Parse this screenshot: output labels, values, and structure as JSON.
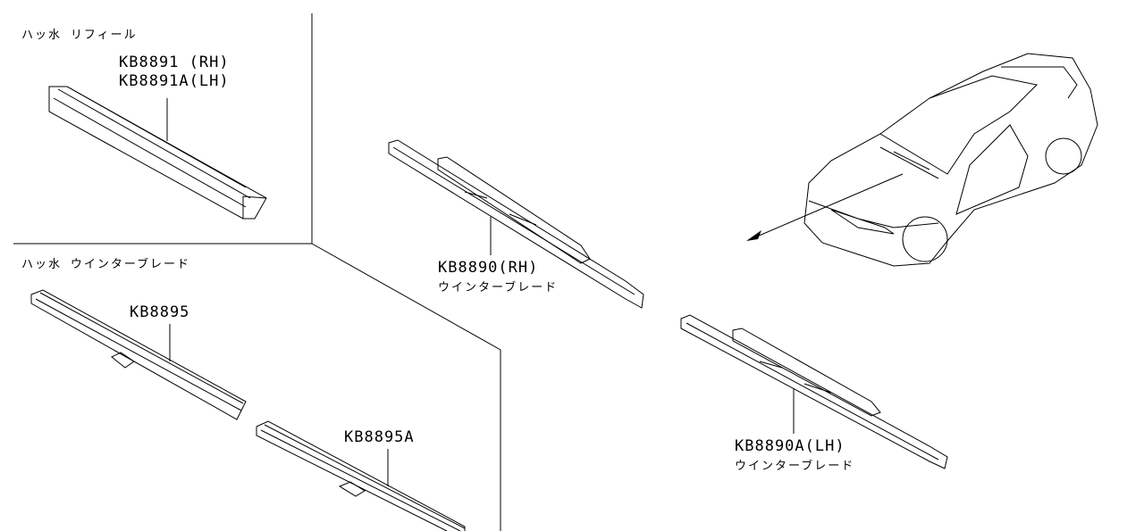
{
  "sections": {
    "refill_title": "ハッ水 リフィール",
    "winter_blade_title": "ハッ水 ウインターブレード"
  },
  "parts": {
    "kb8891_rh": "KB8891 (RH)",
    "kb8891a_lh": "KB8891A(LH)",
    "kb8895": "KB8895",
    "kb8895a": "KB8895A",
    "kb8890_rh": "KB8890(RH)",
    "kb8890_desc": "ウインターブレード",
    "kb8890a_lh": "KB8890A(LH)",
    "kb8890a_desc": "ウインターブレード"
  }
}
